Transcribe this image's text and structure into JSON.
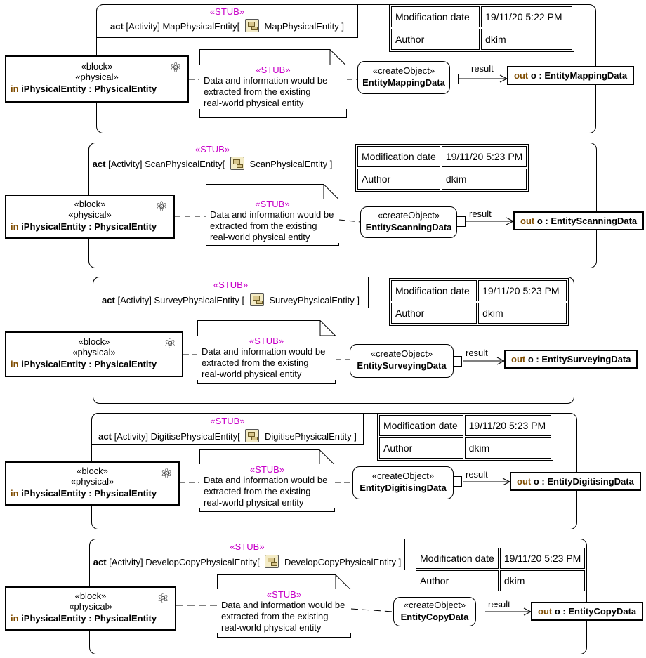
{
  "stub_label": "«STUB»",
  "meta": {
    "mod_label": "Modification date",
    "author_label": "Author"
  },
  "block": {
    "stereo1": "«block»",
    "stereo2": "«physical»",
    "in_kw": "in",
    "param": "iPhysicalEntity : PhysicalEntity"
  },
  "note": {
    "stub": "«STUB»",
    "line1": "Data and information would be",
    "line2": "extracted from the existing",
    "line3": "real-world physical entity"
  },
  "action_stereo": "«createObject»",
  "result_label": "result",
  "out_kw": "out",
  "act_kw": "act",
  "act_type": "[Activity]",
  "diagrams": [
    {
      "name": "MapPhysicalEntity",
      "date": "19/11/20 5:22 PM",
      "author": "dkim",
      "action": "EntityMappingData",
      "out": "o : EntityMappingData"
    },
    {
      "name": "ScanPhysicalEntity",
      "date": "19/11/20 5:23 PM",
      "author": "dkim",
      "action": "EntityScanningData",
      "out": "o : EntityScanningData"
    },
    {
      "name": "SurveyPhysicalEntity",
      "date": "19/11/20 5:23 PM",
      "author": "dkim",
      "action": "EntitySurveyingData",
      "out": "o : EntitySurveyingData"
    },
    {
      "name": "DigitisePhysicalEntity",
      "date": "19/11/20 5:23 PM",
      "author": "dkim",
      "action": "EntityDigitisingData",
      "out": "o : EntityDigitisingData"
    },
    {
      "name": "DevelopCopyPhysicalEntity",
      "date": "19/11/20 5:23 PM",
      "author": "dkim",
      "action": "EntityCopyData",
      "out": "o : EntityCopyData"
    }
  ]
}
